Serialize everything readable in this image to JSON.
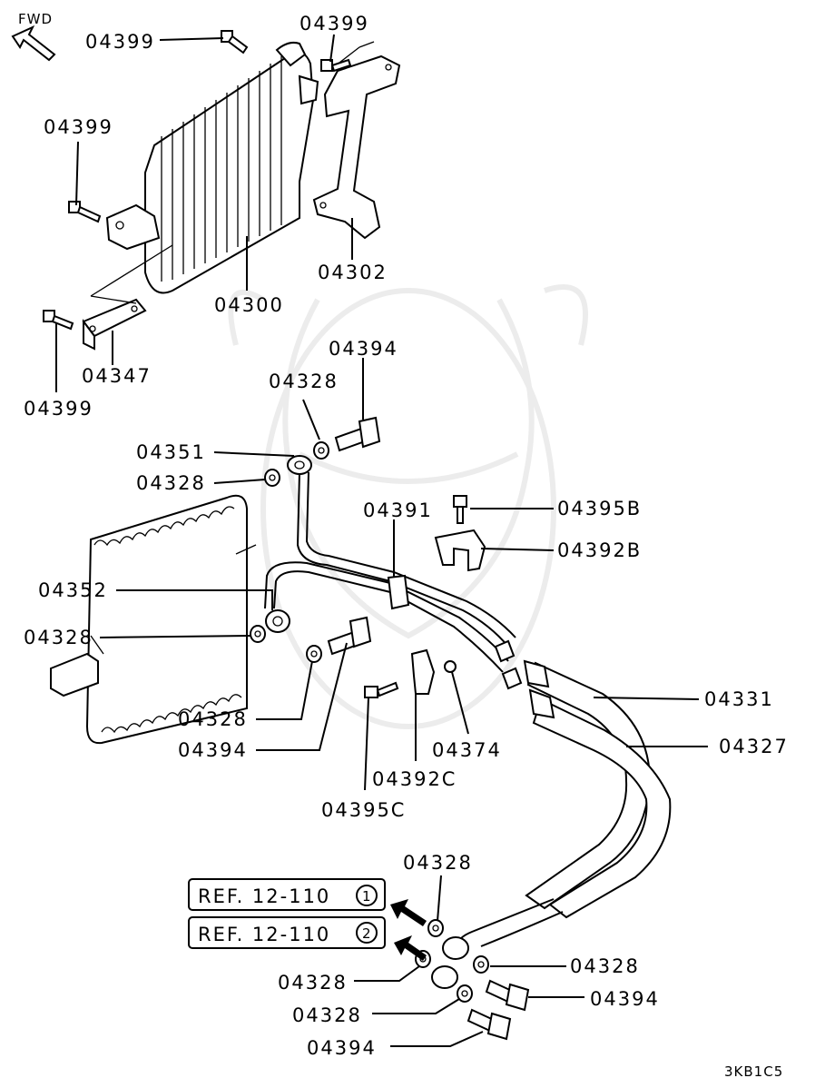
{
  "header": {
    "fwd_label": "FWD"
  },
  "footer": {
    "diagram_code": "3KB1C5"
  },
  "refs": [
    {
      "text": "REF. 12-110",
      "num": "1"
    },
    {
      "text": "REF. 12-110",
      "num": "2"
    }
  ],
  "labels": {
    "bolt_top_left": "04399",
    "bolt_top_right": "04399",
    "bolt_mid_left": "04399",
    "bolt_bottom_left": "04399",
    "bracket_right": "04302",
    "cooler": "04300",
    "bracket_lower": "04347",
    "eyebolt_upper": "04394",
    "washer_upper_a": "04328",
    "eyebolt_fitting_upper": "04351",
    "washer_upper_b": "04328",
    "hose_assy": "04391",
    "bolt_b": "04395B",
    "clamp_b": "04392B",
    "eyebolt_fitting_lower": "04352",
    "washer_mid_a": "04328",
    "washer_mid_b": "04328",
    "eyebolt_mid": "04394",
    "tube_upper": "04331",
    "tube_lower": "04327",
    "grommet": "04374",
    "clamp_c": "04392C",
    "bolt_c": "04395C",
    "washer_low_top": "04328",
    "washer_low_right": "04328",
    "eyebolt_low_right": "04394",
    "washer_low_left": "04328",
    "washer_low_left2": "04328",
    "eyebolt_low_left": "04394"
  }
}
